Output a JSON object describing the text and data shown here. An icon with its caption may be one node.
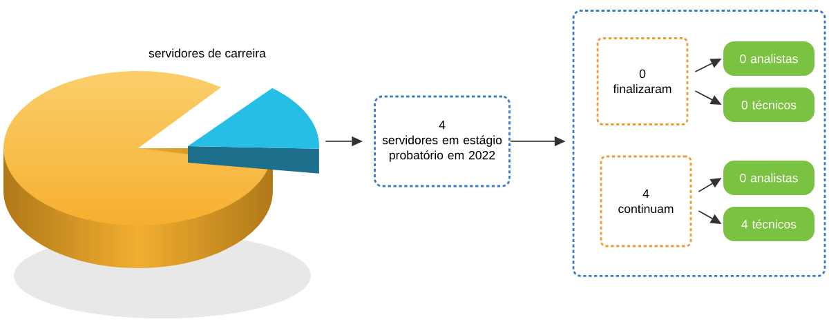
{
  "diagram": {
    "nodes": [
      {
        "text": [],
        "shape": "picture",
        "beside": [
          "servidores de carreira"
        ]
      },
      {
        "text": [
          "4",
          "servidores em estágio probatório em 2022"
        ]
      },
      {
        "text": [],
        "shape": "box"
      },
      {
        "text": [
          "0",
          "finalizaram"
        ],
        "in": 2
      },
      {
        "text": [
          "0 analistas"
        ],
        "in": 2
      },
      {
        "text": [
          "0 técnicos"
        ],
        "in": 2
      },
      {
        "text": [
          "4",
          "continuam"
        ],
        "in": 2
      },
      {
        "text": [
          "0 analistas"
        ],
        "in": 2
      },
      {
        "text": [
          "4 técnicos"
        ],
        "in": 2
      }
    ],
    "edges": [
      {
        "from": 0,
        "to": 1,
        "arrow": "to"
      },
      {
        "from": 1,
        "to": 2,
        "arrow": "to"
      },
      {
        "from": 3,
        "to": 4,
        "arrow": "to"
      },
      {
        "from": 3,
        "to": 5,
        "arrow": "to"
      },
      {
        "from": 6,
        "to": 7,
        "arrow": "to"
      },
      {
        "from": 6,
        "to": 8,
        "arrow": "to"
      }
    ]
  }
}
